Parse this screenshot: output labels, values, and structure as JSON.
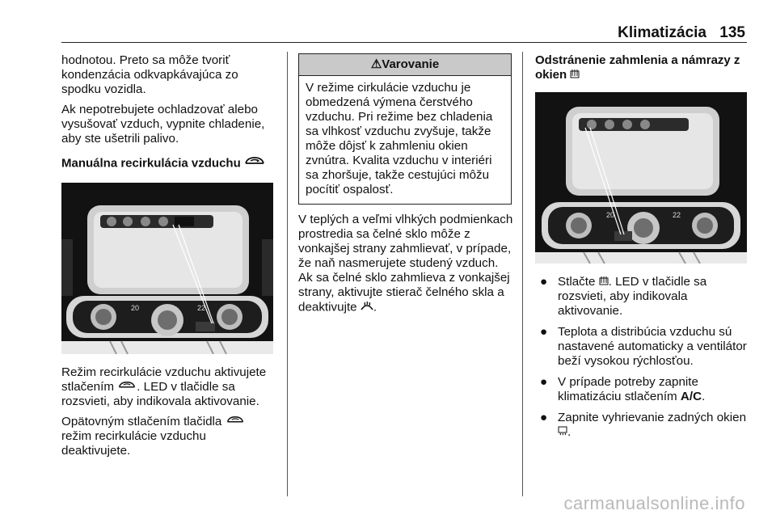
{
  "header": {
    "title": "Klimatizácia",
    "page_number": "135"
  },
  "col1": {
    "p1": "hodnotou. Preto sa môže tvoriť kondenzácia odkvapkávajúca zo spodku vozidla.",
    "p2": "Ak nepotrebujete ochladzovať alebo vysušovať vzduch, vypnite chladenie, aby ste ušetrili palivo.",
    "heading": "Manuálna recirkulácia vzduchu",
    "p3a": "Režim recirkulácie vzduchu aktivujete stlačením ",
    "p3b": ". LED v tlačidle sa rozsvieti, aby indikovala aktivovanie.",
    "p4a": "Opätovným stlačením tlačidla ",
    "p4b": " režim recirkulácie vzduchu deaktivujete."
  },
  "col2": {
    "warning_title": "Varovanie",
    "warning_text": "V režime cirkulácie vzduchu je obmedzená výmena čerstvého vzduchu. Pri režime bez chladenia sa vlhkosť vzduchu zvyšuje, takže môže dôjsť k zahmleniu okien zvnútra. Kvalita vzduchu v interiéri sa zhoršuje, takže cestujúci môžu pocítiť ospalosť.",
    "p1": "V teplých a veľmi vlhkých podmienkach prostredia sa čelné sklo môže z vonkajšej strany zahmlievať, v prípade, že naň nasmerujete studený vzduch. Ak sa čelné sklo zahmlieva z vonkajšej strany, aktivujte stierač čelného skla a deaktivujte",
    "p1_end": "."
  },
  "col3": {
    "heading": "Odstránenie zahmlenia a námrazy z okien",
    "bullets": [
      {
        "a": "Stlačte ",
        "b": ". LED v tlačidle sa rozsvieti, aby indikovala aktivovanie."
      },
      {
        "a": "Teplota a distribúcia vzduchu sú nastavené automaticky a ventilátor beží vysokou rýchlosťou.",
        "b": ""
      },
      {
        "a": "V prípade potreby zapnite klimatizáciu stlačením ",
        "bold": "A/C",
        "b": "."
      },
      {
        "a": "Zapnite vyhrievanie zadných okien ",
        "b": "."
      }
    ]
  },
  "panel_labels": {
    "left_temp": "20",
    "right_temp": "22"
  },
  "bullet_char": "●",
  "warning_symbol": "⚠",
  "watermark": "carmanualsonline.info"
}
